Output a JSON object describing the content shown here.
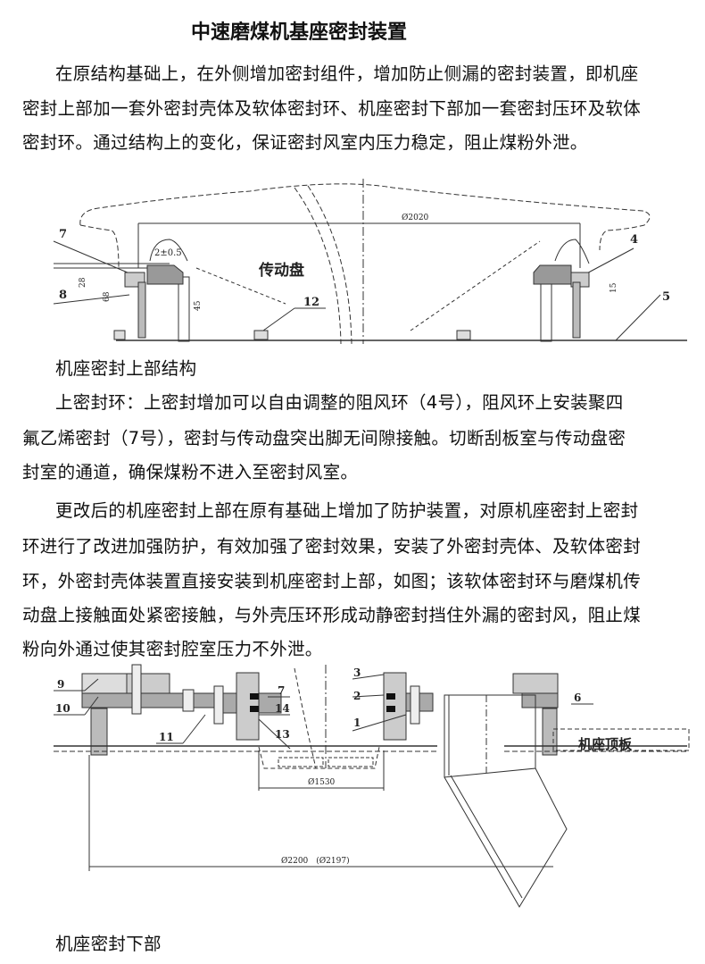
{
  "title": "中速磨煤机基座密封装置",
  "intro": [
    "在原结构基础上，在外侧增加密封组件，增加防止侧漏的密封装置，即机座",
    "密封上部加一套外密封壳体及软体密封环、机座密封下部加一套密封压环及软体",
    "密封环。通过结构上的变化，保证密封风室内压力稳定，阻止煤粉外泄。"
  ],
  "figure_upper": {
    "caption": "机座密封上部结构",
    "labels": {
      "disk": "传动盘",
      "dia": "Ø2020",
      "gap": "2±0.5",
      "d28": "28",
      "d68": "68",
      "d45": "45",
      "d15": "15",
      "n7": "7",
      "n8": "8",
      "n12": "12",
      "n4": "4",
      "n5": "5"
    }
  },
  "para_upper_ring": [
    "上密封环：上密封增加可以自由调整的阻风环（4号），阻风环上安装聚四",
    "氟乙烯密封（7号），密封与传动盘突出脚无间隙接触。切断刮板室与传动盘密",
    "封室的通道，确保煤粉不进入至密封风室。"
  ],
  "para_modified": [
    "更改后的机座密封上部在原有基础上增加了防护装置，对原机座密封上密封",
    "环进行了改进加强防护，有效加强了密封效果，安装了外密封壳体、及软体密封",
    "环，外密封壳体装置直接安装到机座密封上部，如图；该软体密封环与磨煤机传",
    "动盘上接触面处紧密接触，与外壳压环形成动静密封挡住外漏的密封风，阻止煤",
    "粉向外通过使其密封腔室压力不外泄。"
  ],
  "figure_lower": {
    "caption": "机座密封下部",
    "labels": {
      "top_plate": "机座顶板",
      "dia1530": "Ø1530",
      "dia2200": "Ø2200　(Ø2197)",
      "n9": "9",
      "n10": "10",
      "n11": "11",
      "n7": "7",
      "n14": "14",
      "n13": "13",
      "n3": "3",
      "n2": "2",
      "n1": "1",
      "n6": "6"
    }
  }
}
